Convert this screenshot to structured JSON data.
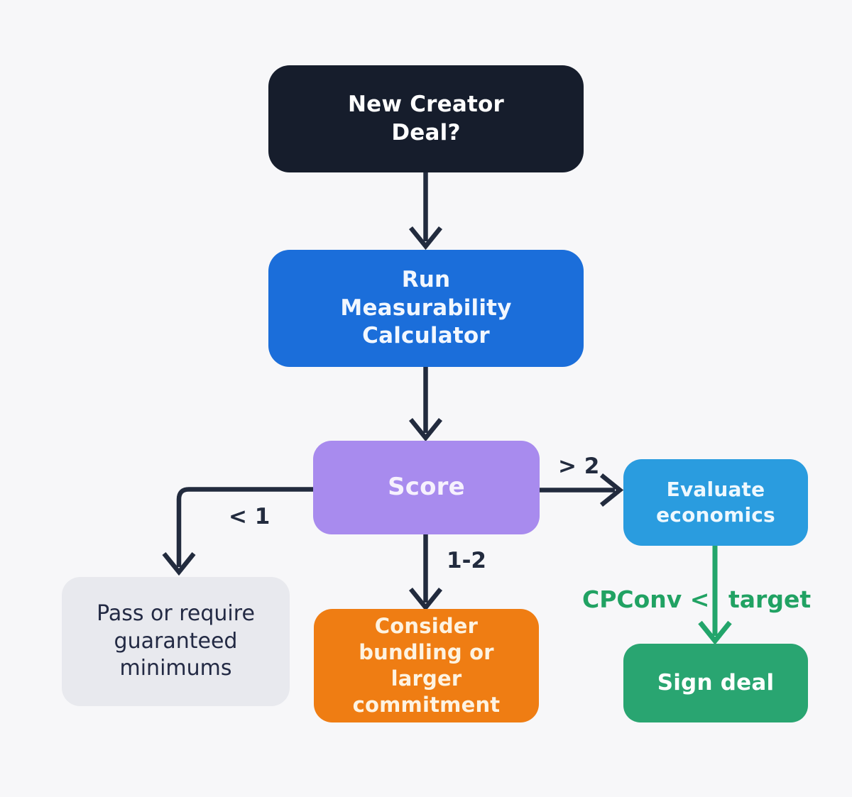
{
  "diagram": {
    "background": "#f7f7f9",
    "edge_color": "#222b3e",
    "success_edge_color": "#23a56b",
    "nodes": {
      "start": {
        "label": "New Creator\nDeal?",
        "color": "#161d2c",
        "text_color": "#ffffff"
      },
      "calc": {
        "label": "Run\nMeasurability\nCalculator",
        "color": "#1b6eda",
        "text_color": "#f2f7fe"
      },
      "score": {
        "label": "Score",
        "color": "#a88bee",
        "text_color": "#f6f1fd"
      },
      "pass": {
        "label": "Pass or require\nguaranteed\nminimums",
        "color": "#e8e9ee",
        "text_color": "#232a44"
      },
      "bundle": {
        "label": "Consider\nbundling or\nlarger commitment",
        "color": "#ef7d13",
        "text_color": "#fdf3e2"
      },
      "evaluate": {
        "label": "Evaluate\neconomics",
        "color": "#2a9cdf",
        "text_color": "#eef8fe"
      },
      "sign": {
        "label": "Sign deal",
        "color": "#29a571",
        "text_color": "#ffffff"
      }
    },
    "edges": {
      "score_lt1": {
        "label": "< 1",
        "color": "#222b3e"
      },
      "score_1to2": {
        "label": "1-2",
        "color": "#222b3e"
      },
      "score_gt2": {
        "label": "> 2",
        "color": "#222b3e"
      },
      "evaluate_to_sign": {
        "label_left": "CPConv <",
        "label_right": "target",
        "color": "#21a263"
      }
    }
  }
}
